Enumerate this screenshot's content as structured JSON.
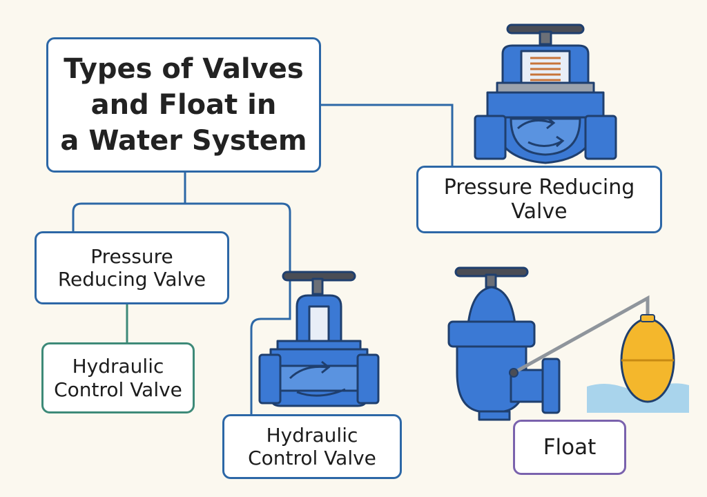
{
  "title": {
    "lines": [
      "Types of Valves",
      "and Float in",
      "a Water System"
    ]
  },
  "nodes": {
    "prv_top": {
      "lines": [
        "Pressure Reducing",
        "Valve"
      ]
    },
    "prv_left": {
      "lines": [
        "Pressure",
        "Reducing Valve"
      ]
    },
    "hcv_left": {
      "lines": [
        "Hydraulic",
        "Control Valve"
      ]
    },
    "hcv_mid": {
      "lines": [
        "Hydraulic",
        "Control Valve"
      ]
    },
    "float": {
      "label": "Float"
    }
  },
  "colors": {
    "background": "#fbf8ef",
    "box_border_blue": "#2c67a6",
    "box_border_green": "#3d8a78",
    "box_border_purple": "#7a62ad",
    "valve_blue": "#3b79d4",
    "valve_dark": "#1f3f6e",
    "float_yellow": "#f4b72c",
    "water": "#a9d4ec"
  },
  "icons": [
    "pressure-reducing-valve-icon",
    "hydraulic-control-valve-icon",
    "float-valve-icon",
    "float-ball-icon",
    "water-icon",
    "flow-arrow-icon"
  ]
}
